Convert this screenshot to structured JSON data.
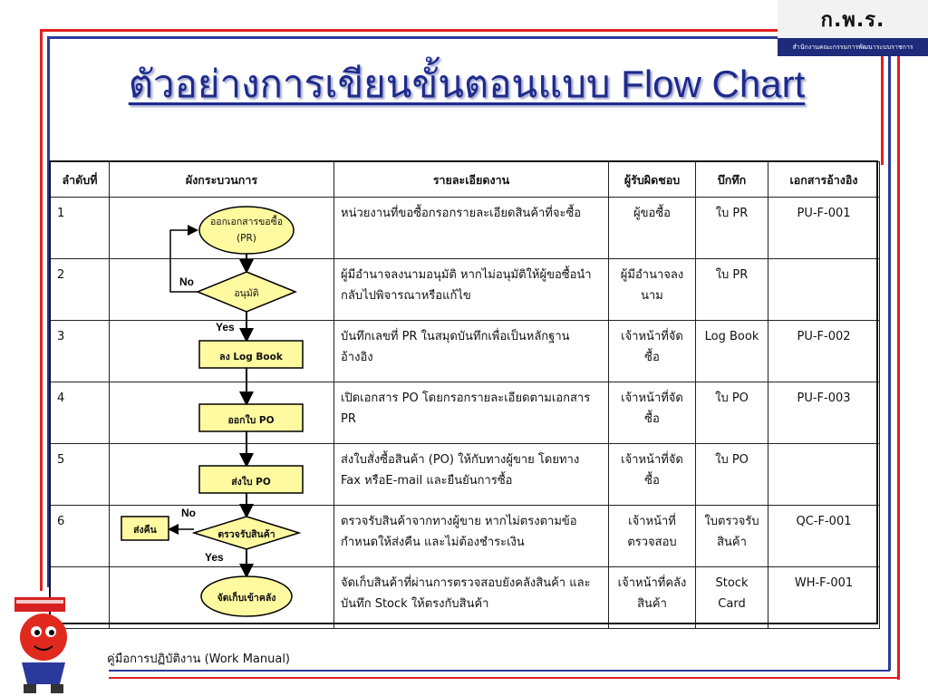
{
  "logo": {
    "name": "ก.พ.ร.",
    "subtitle": "สำนักงานคณะกรรมการพัฒนาระบบราชการ"
  },
  "title": "ตัวอย่างการเขียนขั้นตอนแบบ Flow Chart",
  "table": {
    "headers": [
      "ลำดับที่",
      "ผังกระบวนการ",
      "รายละเอียดงาน",
      "ผู้รับผิดชอบ",
      "บึกทึก",
      "เอกสารอ้างอิง"
    ],
    "rows": [
      {
        "no": "1",
        "detail": "หน่วยงานที่ขอซื้อกรอกรายละเอียดสินค้าที่จะซื้อ",
        "owner": "ผู้ขอซื้อ",
        "record": "ใบ PR",
        "ref": "PU-F-001"
      },
      {
        "no": "2",
        "detail": "ผู้มีอำนาจลงนามอนุมัติ หากไม่อนุมัติให้ผู้ขอซื้อนำกลับไปพิจารณาหรือแก้ไข",
        "owner": "ผู้มีอำนาจลงนาม",
        "record": "ใบ PR",
        "ref": ""
      },
      {
        "no": "3",
        "detail": "บันทึกเลขที่ PR ในสมุดบันทึกเพื่อเป็นหลักฐานอ้างอิง",
        "owner": "เจ้าหน้าที่จัดซื้อ",
        "record": "Log Book",
        "ref": "PU-F-002"
      },
      {
        "no": "4",
        "detail": "เปิดเอกสาร PO โดยกรอกรายละเอียดตามเอกสาร PR",
        "owner": "เจ้าหน้าที่จัดซื้อ",
        "record": "ใบ PO",
        "ref": "PU-F-003"
      },
      {
        "no": "5",
        "detail": "ส่งใบสั่งซื้อสินค้า (PO) ให้กับทางผู้ขาย โดยทาง Fax หรือE-mail และยืนยันการซื้อ",
        "owner": "เจ้าหน้าที่จัดซื้อ",
        "record": "ใบ PO",
        "ref": ""
      },
      {
        "no": "6",
        "detail": "ตรวจรับสินค้าจากทางผู้ขาย หากไม่ตรงตามข้อกำหนดให้ส่งคืน และไม่ต้องชำระเงิน",
        "owner": "เจ้าหน้าที่ตรวจสอบ",
        "record": "ใบตรวจรับสินค้า",
        "ref": "QC-F-001"
      },
      {
        "no": "",
        "detail": "จัดเก็บสินค้าที่ผ่านการตรวจสอบยังคลังสินค้า และบันทึก Stock ให้ตรงกับสินค้า",
        "owner": "เจ้าหน้าที่คลังสินค้า",
        "record": "Stock Card",
        "ref": "WH-F-001"
      }
    ]
  },
  "flowchart": {
    "start": "ออกเอกสารขอซื้อ (PR)",
    "approve": "อนุมัติ",
    "logbook": "ลง Log Book",
    "issue_po": "ออกใบ PO",
    "send_po": "ส่งใบ PO",
    "inspect": "ตรวจรับสินค้า",
    "return": "ส่งคืน",
    "store": "จัดเก็บเข้าคลัง",
    "no1": "No",
    "yes1": "Yes",
    "no2": "No",
    "yes2": "Yes"
  },
  "colors": {
    "shape_fill": "#fffaa0",
    "frame_red": "#e0201e",
    "frame_blue": "#2a3a9c",
    "title": "#1e2a8c"
  },
  "footer": "คู่มือการปฏิบัติงาน (Work Manual)"
}
